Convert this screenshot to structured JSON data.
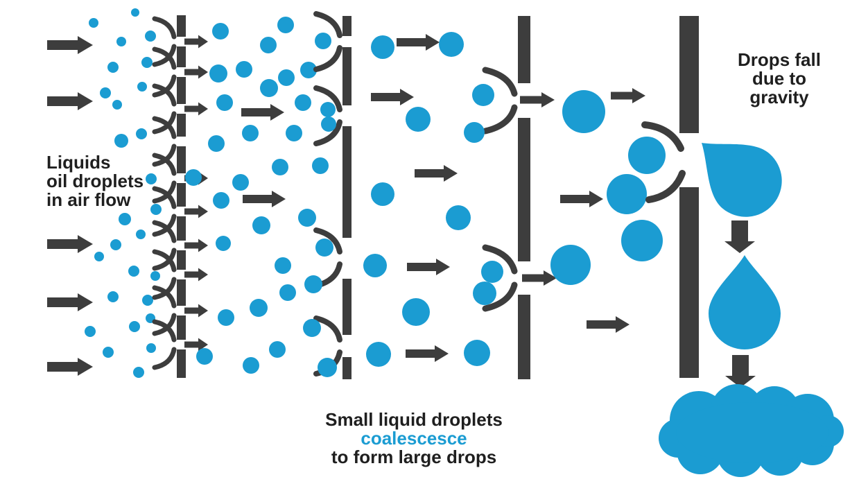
{
  "diagram": {
    "name": "coalescing-filter-process",
    "description_visible_text_only": true
  },
  "colors": {
    "droplet_blue": "#1b9cd2",
    "dark": "#3d3d3d",
    "text_color": "#1f1f1f",
    "background": "#ffffff"
  },
  "labels": {
    "inlet": {
      "line1": "Liquids",
      "line2": "oil droplets",
      "line3": "in air flow"
    },
    "caption": {
      "line1": "Small liquid droplets",
      "line2": "coalescesce",
      "line3": "to form large drops"
    },
    "outlet": {
      "line1": "Drops fall",
      "line2": "due to",
      "line3": "gravity"
    }
  },
  "icons": {
    "flow_arrow": "→",
    "fall_arrow": "↓",
    "droplet": "●",
    "fiber_hook": "⌒",
    "large_drop": "teardrop",
    "liquid_pool": "cloud-blob"
  }
}
